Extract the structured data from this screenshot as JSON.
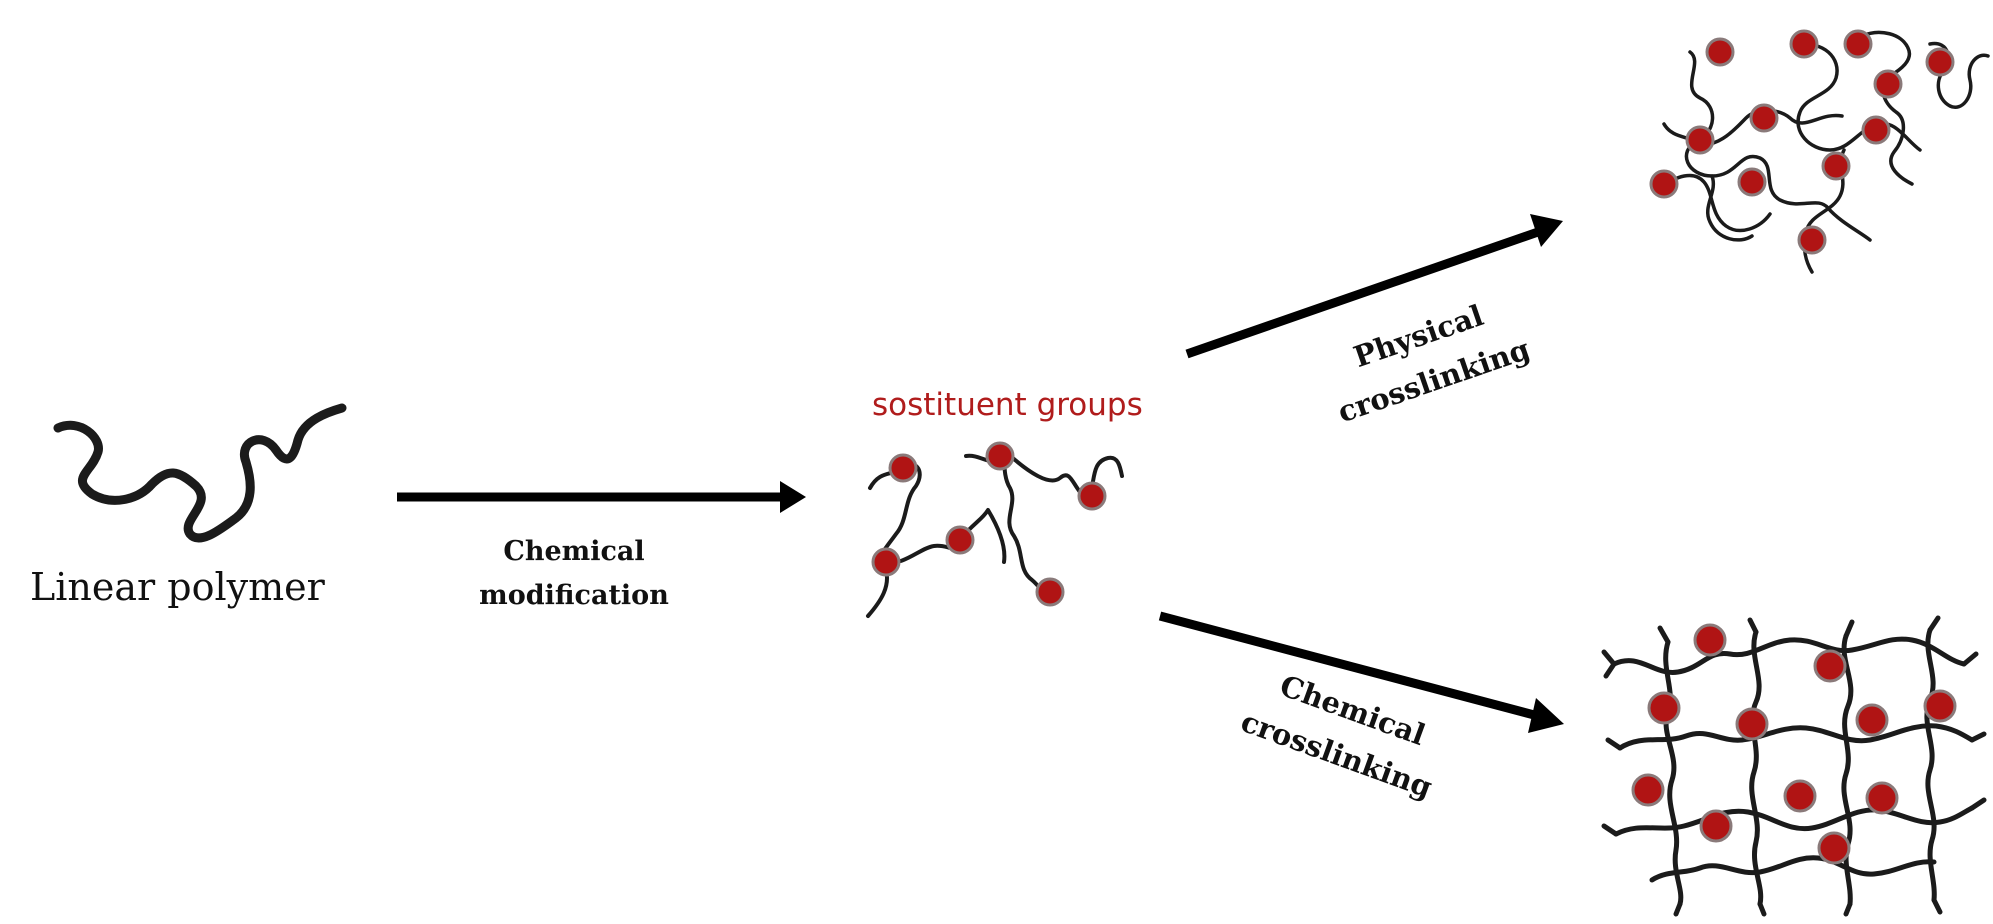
{
  "labels": {
    "linear_polymer": "Linear polymer",
    "chemical_modification_line1": "Chemical",
    "chemical_modification_line2": "modification",
    "substituent_groups": "sostituent groups",
    "physical_crosslinking_line1": "Physical",
    "physical_crosslinking_line2": "crosslinking",
    "chemical_crosslinking_line1": "Chemical",
    "chemical_crosslinking_line2": "crosslinking"
  },
  "colors": {
    "bead_fill": "#b01414",
    "chain": "#1b1b1b",
    "arrow": "#000000",
    "substituent_label": "#b01c1c"
  }
}
